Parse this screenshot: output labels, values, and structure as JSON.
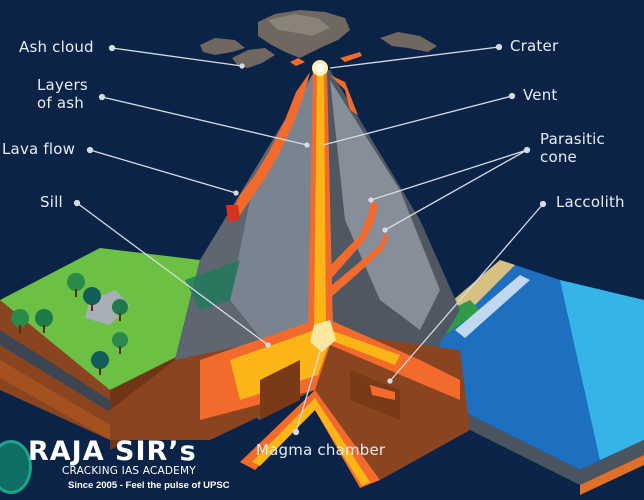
{
  "diagram": {
    "subject": "Volcano cross-section",
    "labels": {
      "ash_cloud": "Ash cloud",
      "layers_of_ash_line1": "Layers",
      "layers_of_ash_line2": "of ash",
      "lava_flow": "Lava flow",
      "sill": "Sill",
      "crater": "Crater",
      "vent": "Vent",
      "parasitic_cone_line1": "Parasitic",
      "parasitic_cone_line2": "cone",
      "laccolith": "Laccolith",
      "magma_chamber": "Magma chamber"
    },
    "colors": {
      "background": "#0c2348",
      "label_text": "#e9edf3",
      "leader_line": "#d6dbe3",
      "magma_yellow": "#fbb516",
      "magma_orange": "#f26b2d",
      "rock_gray": "#6b7580",
      "crust_brown": "#8a4420",
      "grass_green": "#6cc043",
      "ocean_blue": "#1e6fc0",
      "ocean_light": "#3cc6f0"
    }
  },
  "watermark": {
    "title": "RAJA SIR’s",
    "subtitle": "CRACKING IAS ACADEMY",
    "tagline": "Since 2005 - Feel the pulse of UPSC"
  }
}
